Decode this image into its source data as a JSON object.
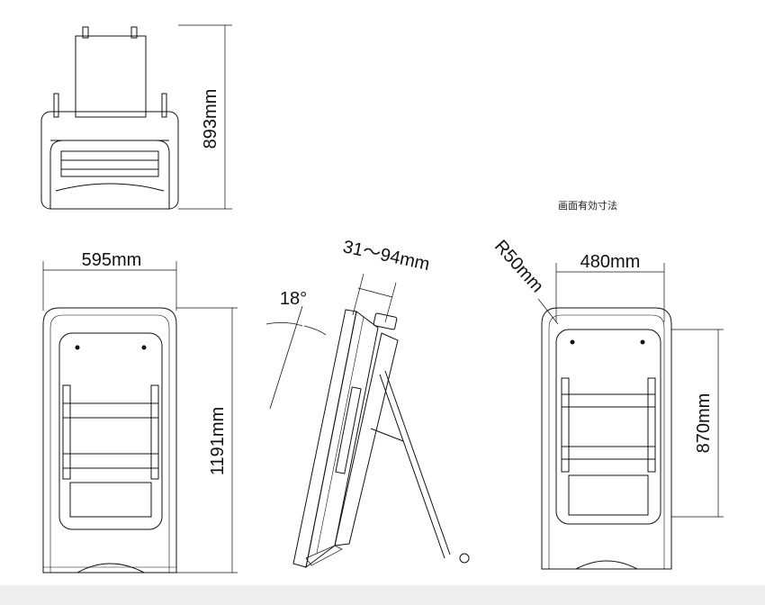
{
  "dimensions": {
    "top_height": "893mm",
    "front_width": "595mm",
    "front_height": "1191mm",
    "side_tilt": "18°",
    "side_offset": "31～94mm",
    "back_radius": "R50mm",
    "back_width": "480mm",
    "back_height": "870mm"
  },
  "labels": {
    "effective_screen_size": "画面有効寸法"
  },
  "colors": {
    "line": "#111111",
    "background": "#ffffff",
    "strip": "#efefef"
  }
}
